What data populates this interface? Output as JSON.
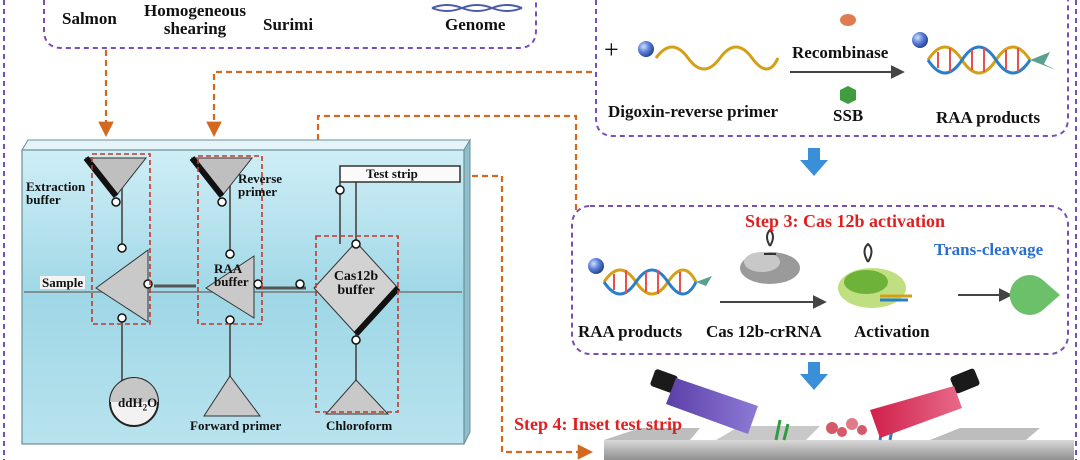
{
  "colors": {
    "arrow": "#d2691e",
    "frame": "#7a4fb5",
    "step_title": "#e02020",
    "trans_cleavage": "#2a6fd1",
    "chip_fill": "#a9dbe8",
    "down_arrow": "#3b8fd8"
  },
  "top_panel": {
    "salmon": "Salmon",
    "homogeneous_shearing": "Homogeneous\nshearing",
    "surimi": "Surimi",
    "genome": "Genome"
  },
  "raa_panel": {
    "plus": "+",
    "recombinase": "Recombinase",
    "ssb": "SSB",
    "digoxin_primer": "Digoxin-reverse primer",
    "raa_products": "RAA products"
  },
  "step3": {
    "title": "Step 3: Cas 12b activation",
    "trans_cleavage": "Trans-cleavage",
    "raa_products": "RAA products",
    "cas12b_crrna": "Cas 12b-crRNA",
    "activation": "Activation"
  },
  "step4": {
    "title": "Step 4: Inset test strip"
  },
  "chip": {
    "test_strip": "Test strip",
    "extraction_buffer": "Extraction\nbuffer",
    "reverse_primer": "Reverse\nprimer",
    "sample": "Sample",
    "raa_buffer": "RAA\nbuffer",
    "cas12b_buffer": "Cas12b\nbuffer",
    "ddh2o": "ddH",
    "ddh2o_sub": "2",
    "ddh2o_tail": "O",
    "forward_primer": "Forward primer",
    "chloroform": "Chloroform"
  }
}
